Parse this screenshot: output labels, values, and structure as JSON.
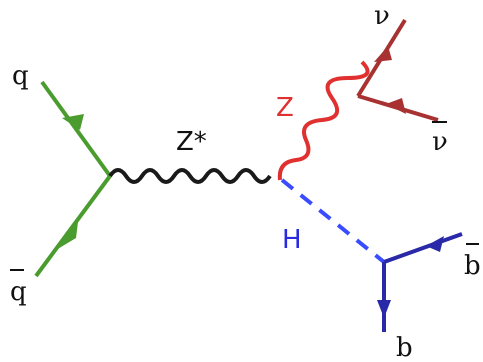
{
  "colors": {
    "quark": "#4a9c2e",
    "propagator_zstar": "#1a1a1a",
    "z_boson": "#e03030",
    "neutrino": "#a83232",
    "higgs": "#3a4cff",
    "bquark": "#2a2aa8",
    "label_dark": "#111111",
    "label_blue": "#2a2ae0"
  },
  "labels": {
    "q": "q",
    "qbar": "q",
    "zstar": "Z*",
    "z": "Z",
    "h": "H",
    "nu": "ν",
    "nubar": "ν",
    "b": "b",
    "bbar": "b"
  }
}
